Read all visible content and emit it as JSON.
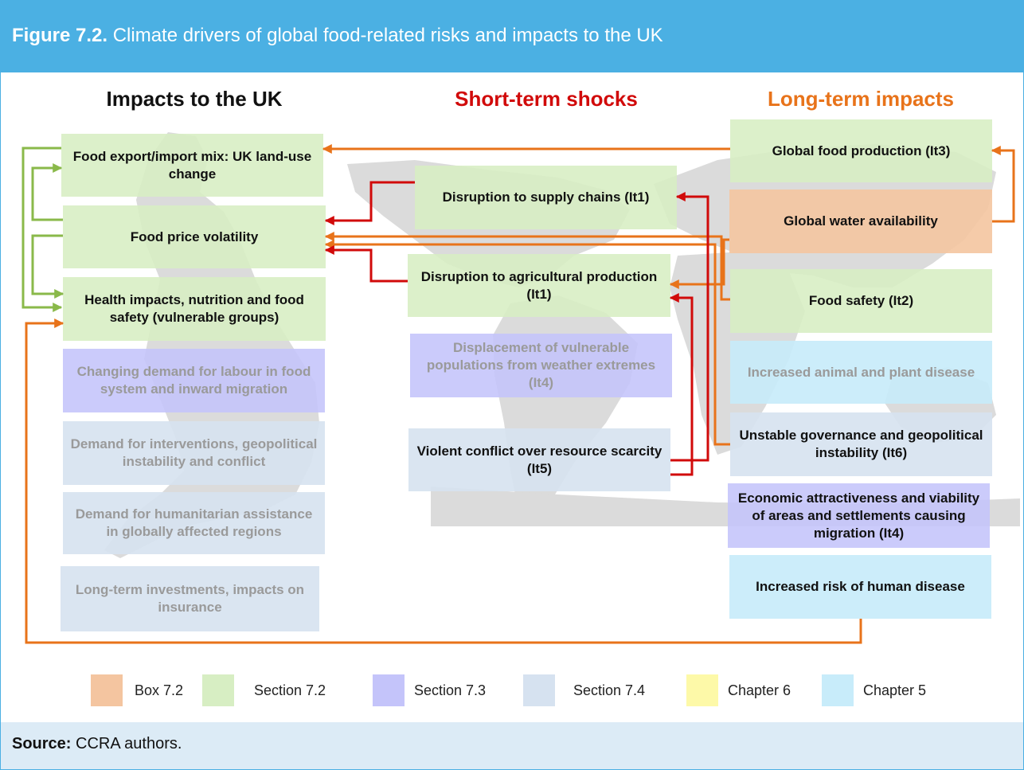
{
  "header": {
    "figure_label": "Figure 7.2.",
    "title": "Climate drivers of global food-related risks and impacts to the UK"
  },
  "columns": {
    "left": "Impacts to the UK",
    "middle": "Short-term shocks",
    "right": "Long-term impacts"
  },
  "colors": {
    "header_bg": "#4bb0e3",
    "footer_bg": "#dcebf6",
    "short_term": "#d10a0a",
    "long_term": "#e8731a",
    "green_arrow": "#8ab94a",
    "box_7_2": "#f4c5a0",
    "section_7_2": "#d7eec3",
    "section_7_3": "#c4c4fa",
    "section_7_4": "#d6e2f0",
    "chapter_6": "#fdf9a8",
    "chapter_5": "#c8ecfa"
  },
  "uk_impacts": [
    "Food export/import mix: UK land-use change",
    "Food price volatility",
    "Health impacts, nutrition and food safety (vulnerable groups)",
    "Changing demand for labour in food system and inward migration",
    "Demand for interventions, geopolitical instability and conflict",
    "Demand for humanitarian assistance in globally affected regions",
    "Long-term investments, impacts on insurance"
  ],
  "short_term_shocks": [
    "Disruption to supply chains (It1)",
    "Disruption to agricultural production (It1)",
    "Displacement of vulnerable populations from weather extremes (It4)",
    "Violent conflict over resource scarcity (It5)"
  ],
  "long_term_impacts": [
    "Global food production (It3)",
    "Global water availability",
    "Food safety (It2)",
    "Increased animal and plant disease",
    "Unstable governance and geopolitical instability (It6)",
    "Economic attractiveness and viability of areas and settlements causing migration (It4)",
    "Increased risk of human disease"
  ],
  "legend": [
    {
      "label": "Box 7.2",
      "color": "#f4c5a0"
    },
    {
      "label": "Section 7.2",
      "color": "#d7eec3"
    },
    {
      "label": "Section 7.3",
      "color": "#c4c4fa"
    },
    {
      "label": "Section 7.4",
      "color": "#d6e2f0"
    },
    {
      "label": "Chapter 6",
      "color": "#fdf9a8"
    },
    {
      "label": "Chapter 5",
      "color": "#c8ecfa"
    }
  ],
  "footer": {
    "source_label": "Source:",
    "source_text": " CCRA authors."
  }
}
